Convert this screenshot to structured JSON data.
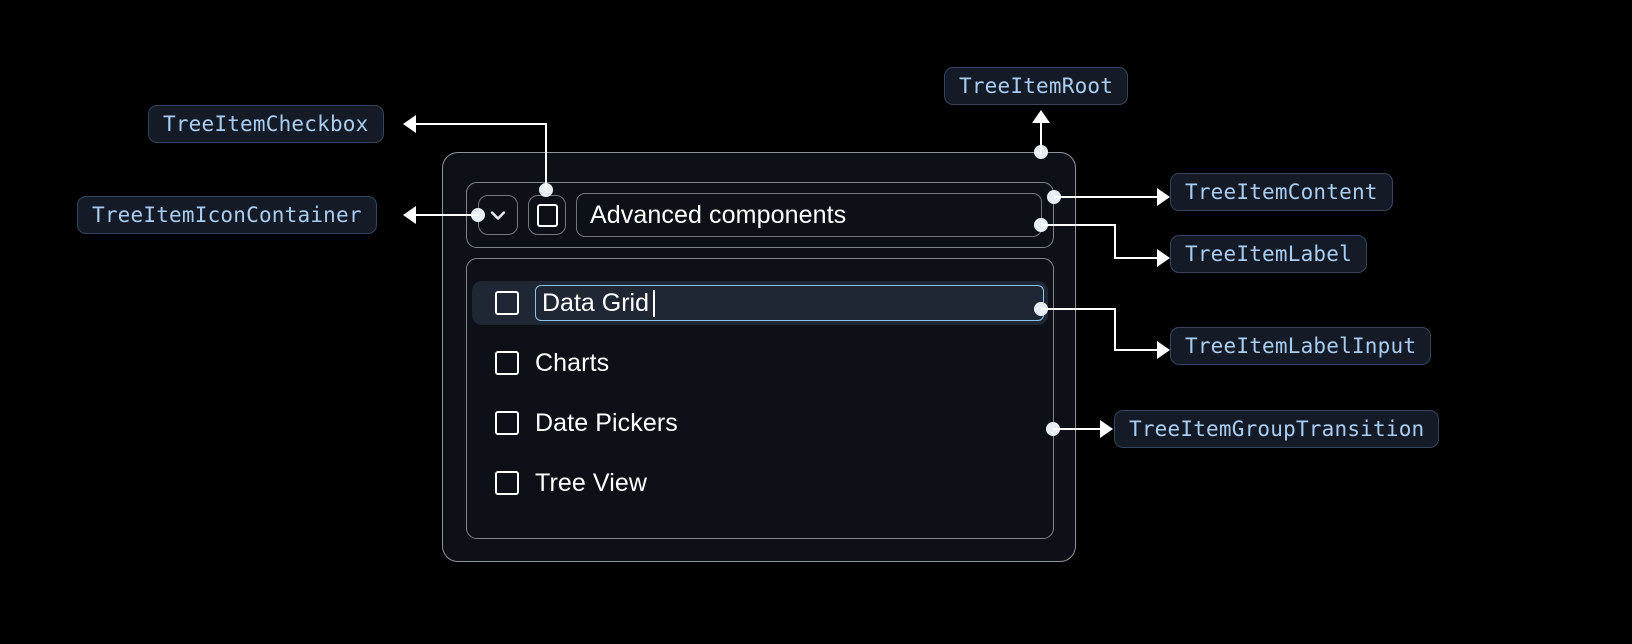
{
  "annotations": {
    "tree_item_root": "TreeItemRoot",
    "tree_item_checkbox": "TreeItemCheckbox",
    "tree_item_icon_container": "TreeItemIconContainer",
    "tree_item_content": "TreeItemContent",
    "tree_item_label": "TreeItemLabel",
    "tree_item_label_input": "TreeItemLabelInput",
    "tree_item_group_transition": "TreeItemGroupTransition"
  },
  "tree": {
    "header": {
      "expand_icon": "chevron-down-icon",
      "checkbox_icon": "checkbox-unchecked-icon",
      "label": "Advanced components"
    },
    "children": [
      {
        "label": "Data Grid",
        "editing": true,
        "checked": false,
        "selected": true
      },
      {
        "label": "Charts",
        "editing": false,
        "checked": false,
        "selected": false
      },
      {
        "label": "Date Pickers",
        "editing": false,
        "checked": false,
        "selected": false
      },
      {
        "label": "Tree View",
        "editing": false,
        "checked": false,
        "selected": false
      }
    ]
  },
  "colors": {
    "background": "#000000",
    "card": "#0d1117",
    "chip_bg": "#141b26",
    "chip_border": "#33465e",
    "chip_text": "#a9cdf2",
    "connector": "#ffffff",
    "selected_row": "#1e2733",
    "input_border": "#8ec2ee",
    "text": "#ffffff"
  }
}
